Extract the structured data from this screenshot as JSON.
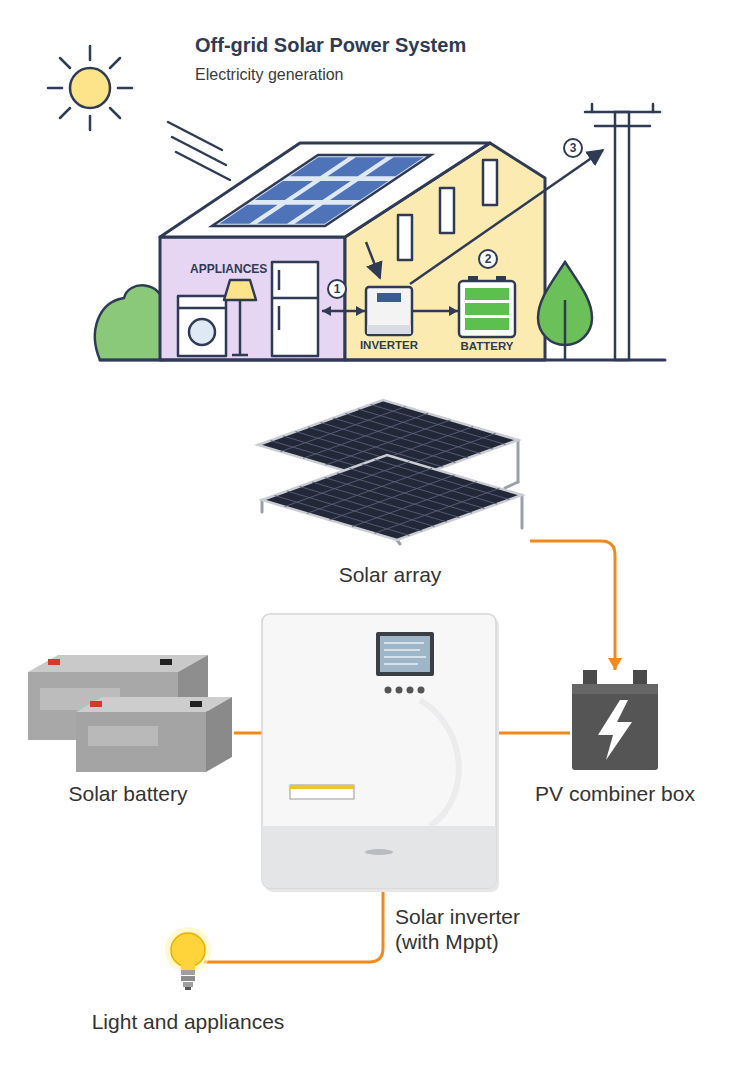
{
  "diagram": {
    "title": "Off-grid Solar Power System",
    "nodes": [
      {
        "text": [
          "APPLIANCES"
        ]
      },
      {
        "text": [
          "INVERTER"
        ]
      },
      {
        "text": [
          "BATTERY"
        ]
      },
      {
        "text": [
          "Solar array"
        ]
      },
      {
        "text": [
          "Solar battery"
        ]
      },
      {
        "text": [
          "Solar inverter (with Mppt)"
        ]
      },
      {
        "text": [
          "PV combiner box"
        ]
      },
      {
        "text": [
          "Light and appliances"
        ]
      }
    ],
    "edges": [
      {
        "from": 1,
        "to": 0,
        "arrow": "both"
      },
      {
        "from": 1,
        "to": 2,
        "arrow": "to"
      },
      {
        "from": 3,
        "to": 6,
        "arrow": "to"
      },
      {
        "from": 4,
        "to": 5,
        "arrow": "none"
      },
      {
        "from": 6,
        "to": 5,
        "arrow": "none"
      },
      {
        "from": 5,
        "to": 7,
        "arrow": "none"
      }
    ],
    "labels": [
      "Electricity generation",
      "1",
      "2",
      "3"
    ]
  }
}
